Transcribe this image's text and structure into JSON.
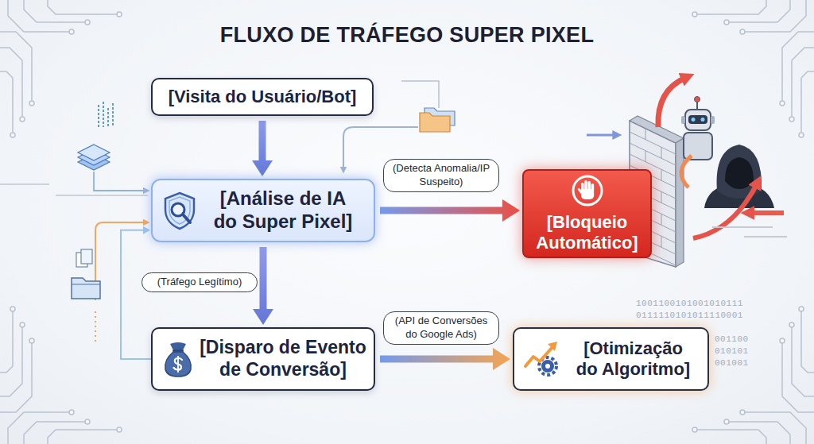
{
  "diagram": {
    "title": "FLUXO DE TRÁFEGO SUPER PIXEL",
    "nodes": [
      {
        "text": [
          "[Visita do Usuário/Bot]"
        ]
      },
      {
        "text": [
          "[Análise de IA do Super Pixel]"
        ]
      },
      {
        "text": [
          "[Bloqueio Automático]"
        ]
      },
      {
        "text": [
          "[Disparo de Evento de Conversão]"
        ]
      },
      {
        "text": [
          "[Otimização do Algoritmo]"
        ]
      }
    ],
    "edges": [
      {
        "from": 0,
        "to": 1,
        "arrow": "to"
      },
      {
        "from": 1,
        "to": 2,
        "label": "(Detecta Anomalia/IP Suspeito)",
        "arrow": "to"
      },
      {
        "from": 1,
        "to": 3,
        "label": "(Tráfego Legítimo)",
        "arrow": "to"
      },
      {
        "from": 3,
        "to": 4,
        "label": "(API de Conversões do Google Ads)",
        "arrow": "to"
      },
      {
        "from": 3,
        "to": 1,
        "arrow": "to"
      }
    ],
    "labels": [
      "1001100101001010111",
      "0111110101011110001",
      "001100",
      "010101",
      "001001"
    ]
  }
}
